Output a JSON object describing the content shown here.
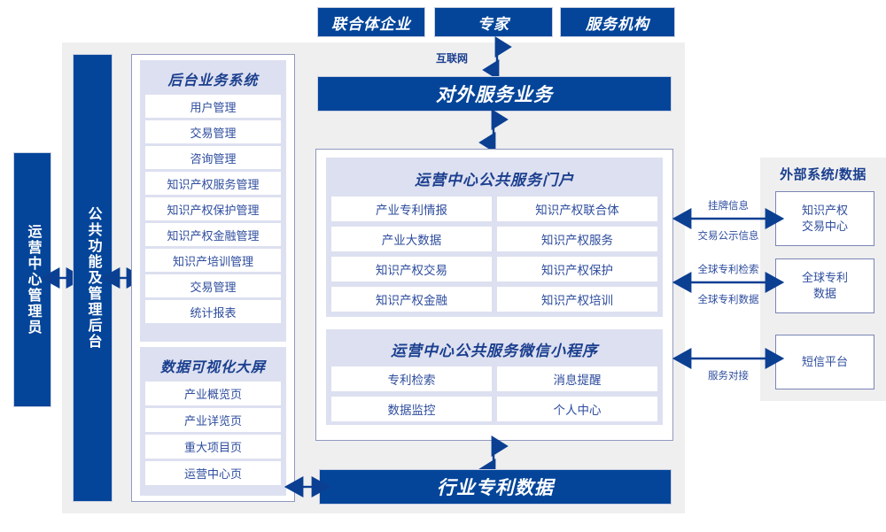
{
  "top_actors": [
    {
      "label": "联合体企业"
    },
    {
      "label": "专家"
    },
    {
      "label": "服务机构"
    }
  ],
  "network_label": "互联网",
  "external_service_bar": {
    "label": "对外服务业务"
  },
  "industry_data_bar": {
    "label": "行业专利数据"
  },
  "left_admin": {
    "label": "运营中心管理员"
  },
  "common_functions": {
    "label": "公共功能及管理后台"
  },
  "backoffice": {
    "title": "后台业务系统",
    "items": [
      "用户管理",
      "交易管理",
      "咨询管理",
      "知识产权服务管理",
      "知识产权保护管理",
      "知识产权金融管理",
      "知识产培训管理",
      "交易管理",
      "统计报表"
    ]
  },
  "dataviz": {
    "title": "数据可视化大屏",
    "items": [
      "产业概览页",
      "产业详览页",
      "重大项目页",
      "运营中心页"
    ]
  },
  "portal": {
    "title": "运营中心公共服务门户",
    "items": [
      "产业专利情报",
      "知识产权联合体",
      "产业大数据",
      "知识产权服务",
      "知识产权交易",
      "知识产权保护",
      "知识产权金融",
      "知识产权培训"
    ]
  },
  "miniprogram": {
    "title": "运营中心公共服务微信小程序",
    "items": [
      "专利检索",
      "消息提醒",
      "数据监控",
      "个人中心"
    ]
  },
  "external": {
    "title": "外部系统/数据",
    "boxes": [
      {
        "label": "知识产权\n交易中心"
      },
      {
        "label": "全球专利\n数据"
      },
      {
        "label": "短信平台"
      }
    ],
    "connectors": [
      {
        "above": "挂牌信息",
        "below": "交易公示信息"
      },
      {
        "above": "全球专利检索",
        "below": "全球专利数据"
      },
      {
        "above": "",
        "below": "服务对接"
      }
    ]
  },
  "colors": {
    "brand_blue": "#04459a",
    "panel_gray": "#efefef",
    "group_lavender": "#dde0f0",
    "text_blue": "#2e4d9e",
    "border_violet": "#9098c0"
  }
}
